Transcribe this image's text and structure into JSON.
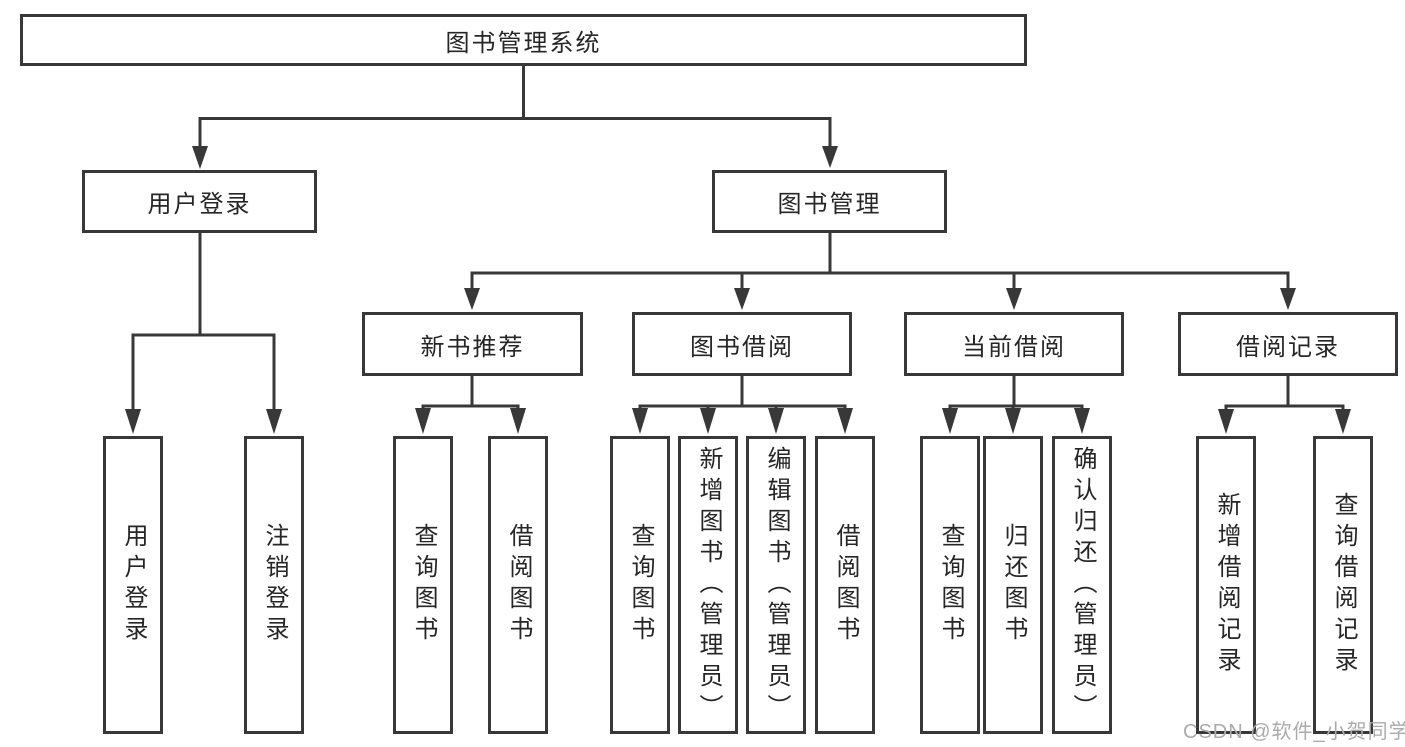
{
  "diagram": {
    "root": {
      "label": "图书管理系统"
    },
    "branches": {
      "user_login": {
        "label": "用户登录",
        "children": [
          {
            "label": "用户登录"
          },
          {
            "label": "注销登录"
          }
        ]
      },
      "book_mgmt": {
        "label": "图书管理",
        "children": [
          {
            "label": "新书推荐",
            "children": [
              {
                "label": "查询图书"
              },
              {
                "label": "借阅图书"
              }
            ]
          },
          {
            "label": "图书借阅",
            "children": [
              {
                "label": "查询图书"
              },
              {
                "label": "新增图书（管理员）"
              },
              {
                "label": "编辑图书（管理员）"
              },
              {
                "label": "借阅图书"
              }
            ]
          },
          {
            "label": "当前借阅",
            "children": [
              {
                "label": "查询图书"
              },
              {
                "label": "归还图书"
              },
              {
                "label": "确认归还（管理员）"
              }
            ]
          },
          {
            "label": "借阅记录",
            "children": [
              {
                "label": "新增借阅记录"
              },
              {
                "label": "查询借阅记录"
              }
            ]
          }
        ]
      }
    }
  },
  "watermark": {
    "text": "CSDN @软件_小贺同学"
  },
  "colors": {
    "line": "#383838",
    "box_border": "#383838",
    "text": "#262626",
    "watermark": "#ababab",
    "background": "#ffffff"
  }
}
